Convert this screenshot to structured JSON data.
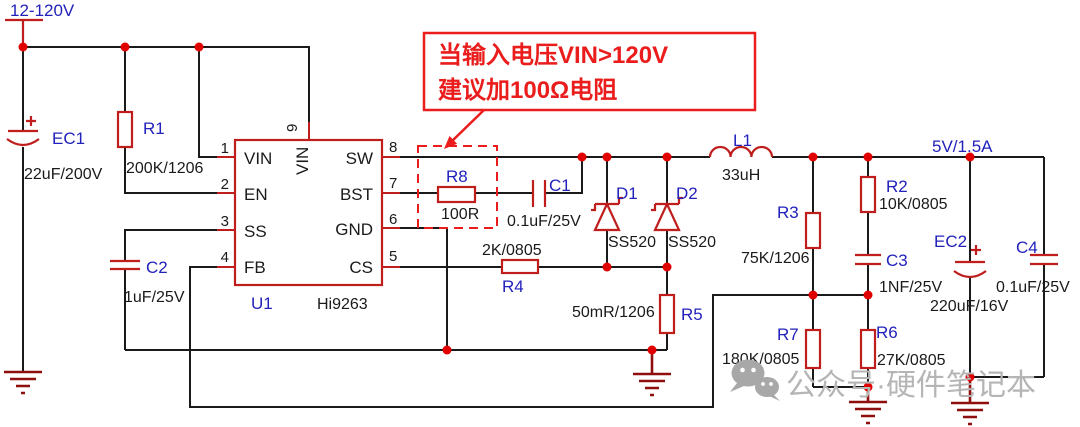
{
  "nets": {
    "vin": "12-120V",
    "vout": "5V/1.5A"
  },
  "annotation": {
    "line1": "当输入电压VIN>120V",
    "line2": "建议加100Ω电阻"
  },
  "watermark": {
    "text": "公众号·硬件笔记本",
    "icon": "wechat-icon"
  },
  "ic": {
    "ref": "U1",
    "part": "Hi9263",
    "pins": {
      "p1": {
        "num": "1",
        "name": "VIN"
      },
      "p2": {
        "num": "2",
        "name": "EN"
      },
      "p3": {
        "num": "3",
        "name": "SS"
      },
      "p4": {
        "num": "4",
        "name": "FB"
      },
      "p5": {
        "num": "5",
        "name": "CS"
      },
      "p6": {
        "num": "6",
        "name": "GND"
      },
      "p7": {
        "num": "7",
        "name": "BST"
      },
      "p8": {
        "num": "8",
        "name": "SW"
      },
      "p9": {
        "num": "9",
        "name": "VIN"
      }
    }
  },
  "components": {
    "EC1": {
      "ref": "EC1",
      "value": "22uF/200V"
    },
    "R1": {
      "ref": "R1",
      "value": "200K/1206"
    },
    "C2": {
      "ref": "C2",
      "value": "1uF/25V"
    },
    "R8": {
      "ref": "R8",
      "value": "100R"
    },
    "C1": {
      "ref": "C1",
      "value": "0.1uF/25V"
    },
    "R4": {
      "ref": "R4",
      "value": "2K/0805"
    },
    "D1": {
      "ref": "D1",
      "value": "SS520"
    },
    "D2": {
      "ref": "D2",
      "value": "SS520"
    },
    "R5": {
      "ref": "R5",
      "value": "50mR/1206"
    },
    "L1": {
      "ref": "L1",
      "value": "33uH"
    },
    "R3": {
      "ref": "R3",
      "value": "75K/1206"
    },
    "R2": {
      "ref": "R2",
      "value": "10K/0805"
    },
    "C3": {
      "ref": "C3",
      "value": "1NF/25V"
    },
    "EC2": {
      "ref": "EC2",
      "value": "220uF/16V"
    },
    "C4": {
      "ref": "C4",
      "value": "0.1uF/25V"
    },
    "R7": {
      "ref": "R7",
      "value": "180K/0805"
    },
    "R6": {
      "ref": "R6",
      "value": "27K/0805"
    }
  },
  "colors": {
    "wire": "#1a1a1a",
    "component": "#c01d1d",
    "ground": "#8f0f0f",
    "junction_dot": "#e00000",
    "designator": "#2222bb",
    "net_label": "#2222bb",
    "annotation": "#ea1c1c",
    "watermark": "#b5b5b5"
  }
}
